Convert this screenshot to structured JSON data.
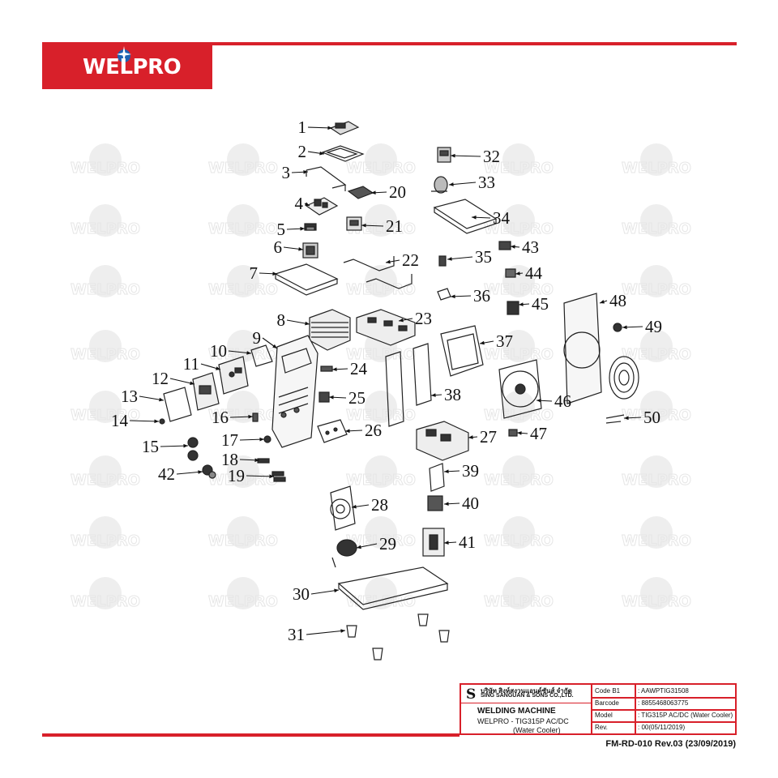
{
  "header": {
    "brand_logo": "WELPRO",
    "accent_color": "#d8202a"
  },
  "watermark": "WELPRO",
  "callouts": [
    "1",
    "2",
    "3",
    "4",
    "5",
    "6",
    "7",
    "8",
    "9",
    "10",
    "11",
    "12",
    "13",
    "14",
    "15",
    "16",
    "17",
    "18",
    "19",
    "20",
    "21",
    "22",
    "23",
    "24",
    "25",
    "26",
    "27",
    "28",
    "29",
    "30",
    "31",
    "32",
    "33",
    "34",
    "35",
    "36",
    "37",
    "38",
    "39",
    "40",
    "41",
    "42",
    "43",
    "44",
    "45",
    "46",
    "47",
    "48",
    "49",
    "50"
  ],
  "info_block": {
    "company_logo": "S",
    "company_th": "บริษัท สิงห์สงวนแอนด์ซันส์ จำกัด",
    "company_en": "SING SANGUAN & SONS CO.,LTD.",
    "product_type": "WELDING MACHINE",
    "product_name": "WELPRO - TIG315P AC/DC",
    "product_variant": "(Water Cooler)",
    "rows": [
      {
        "label": "Code B1",
        "value": ": AAWPTIG31508"
      },
      {
        "label": "Barcode",
        "value": ": 8855468063775"
      },
      {
        "label": "Model",
        "value": ": TIG315P AC/DC (Water Cooler)"
      },
      {
        "label": "Rev.",
        "value": ": 00(05/11/2019)"
      }
    ]
  },
  "form_code": "FM-RD-010 Rev.03 (23/09/2019)"
}
